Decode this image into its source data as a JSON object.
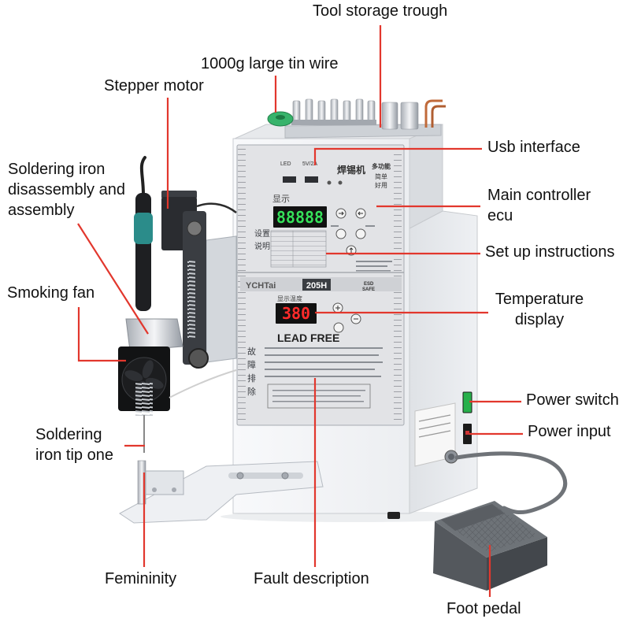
{
  "labels": {
    "tool_storage_trough": "Tool storage trough",
    "tin_wire": "1000g large tin wire",
    "stepper_motor": "Stepper motor",
    "iron_assembly": [
      "Soldering iron",
      "disassembly and",
      "assembly"
    ],
    "smoking_fan": "Smoking fan",
    "iron_tip": [
      "Soldering",
      "iron tip one"
    ],
    "femininity": "Femininity",
    "fault_description": "Fault description",
    "foot_pedal": "Foot pedal",
    "usb_interface": "Usb interface",
    "main_controller": [
      "Main controller",
      "ecu"
    ],
    "setup_instructions": "Set up instructions",
    "temperature_display": [
      "Temperature",
      "display"
    ],
    "power_switch": "Power switch",
    "power_input": "Power input"
  },
  "panel": {
    "led": "LED",
    "usb_rating": "5V/2A",
    "product_name": "焊锡机",
    "feature_1": "多功能",
    "feature_2": "简单",
    "feature_3": "好用",
    "display_title": "显示",
    "counter_value": "88888",
    "setup_title": "设置说明",
    "brand": "YCHTai",
    "model": "205H",
    "esd": [
      "ESD",
      "SAFE"
    ],
    "temp_title": "显示温度",
    "temperature_value": "380",
    "lead_free": "LEAD FREE",
    "fault_title": "故障排除"
  },
  "colors": {
    "leader_line": "#e2372d",
    "label_text": "#111111",
    "counter_digits": "#35e05a",
    "temperature_digits": "#ff2b2b",
    "power_switch": "#27b04b",
    "spool": "#37b36b",
    "background": "#ffffff"
  }
}
